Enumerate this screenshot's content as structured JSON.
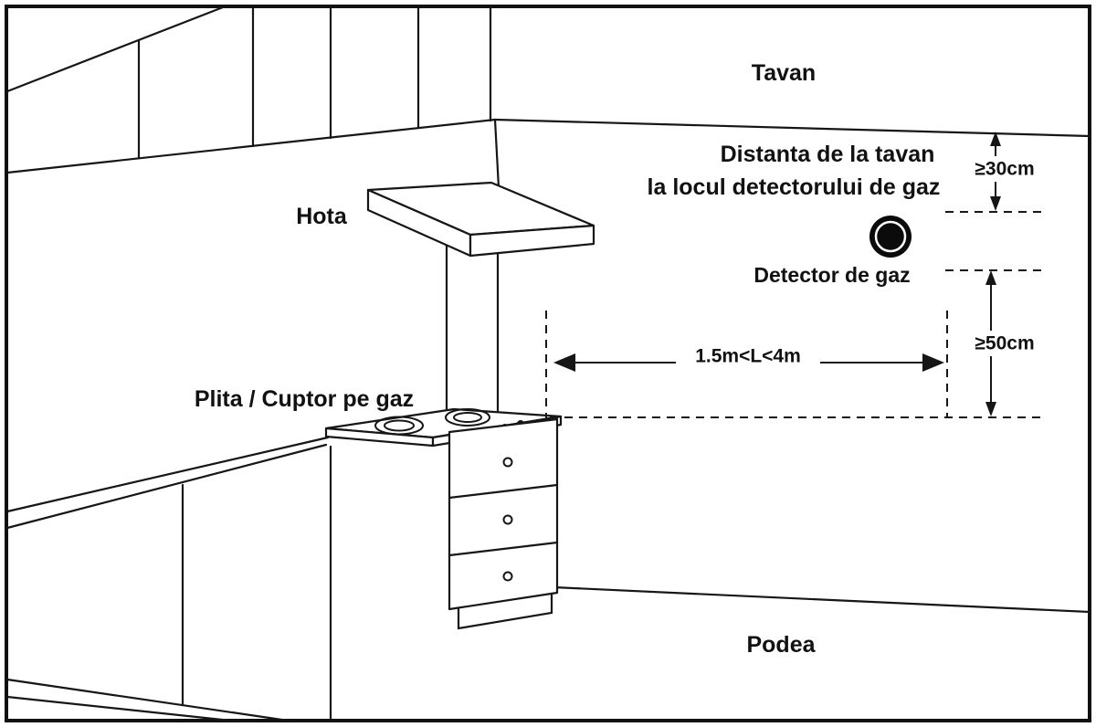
{
  "figure": {
    "type": "gas-detector-installation-diagram",
    "background": "#ffffff",
    "line_color": "#161616",
    "detector_color": "#0b0b0b"
  },
  "labels": {
    "ceiling": "Tavan",
    "distance_title_line1": "Distanta de la tavan",
    "distance_title_line2": "la locul detectorului de gaz",
    "hood": "Hota",
    "cooktop": "Plita / Cuptor pe gaz",
    "detector": "Detector de gaz",
    "floor": "Podea"
  },
  "measurements": {
    "min_distance_from_ceiling": "≥30cm",
    "min_distance_vertical": "≥50cm",
    "horizontal_distance_range": "1.5m<L<4m"
  }
}
